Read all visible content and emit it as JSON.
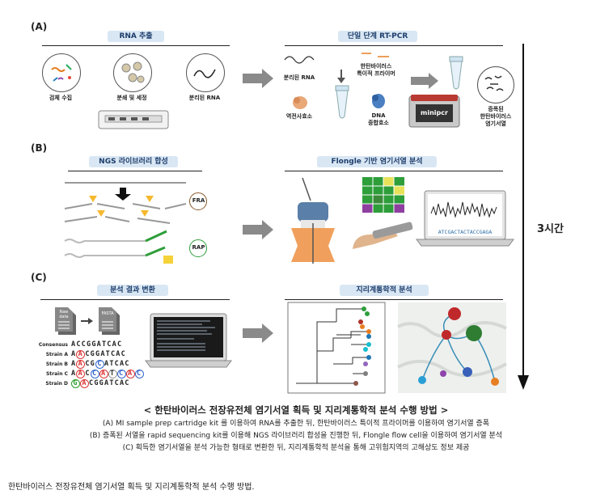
{
  "sections": {
    "a": {
      "label": "(A)",
      "title": "RNA 추출",
      "title2": "단일 단계 RT-PCR",
      "sample_collection": "검체 수집",
      "lysis_wash": "분쇄 및 세정",
      "separated_rna": "분리된 RNA",
      "separated_rna2": "분리된 RNA",
      "primer_line1": "한탄바이러스",
      "primer_line2": "특이적 프라이머",
      "reverse_transcriptase": "역전사효소",
      "dna_polymerase_line1": "DNA",
      "dna_polymerase_line2": "중합효소",
      "device_name": "minipcr",
      "amplified_line1": "증폭된",
      "amplified_line2": "한탄바이러스",
      "amplified_line3": "염기서열"
    },
    "b": {
      "label": "(B)",
      "title": "NGS 라이브러리 합성",
      "title2": "Flongle 기반 염기서열 분석",
      "fra": "FRA",
      "rap": "RAP",
      "sequence": "ATCGACTACTACCGAGA"
    },
    "c": {
      "label": "(C)",
      "title": "분석 결과 변환",
      "title2": "지리계통학적 분석",
      "raw_file_line1": "Raw",
      "raw_file_line2": "data",
      "fasta_file": "FASTA",
      "alignment": [
        {
          "name": "Consensus",
          "seq": "ACCGGATCAC"
        },
        {
          "name": "Strain A",
          "seq": "AACGGATCAC"
        },
        {
          "name": "Strain B",
          "seq": "AACGCATCAC"
        },
        {
          "name": "Strain C",
          "seq": "AACCATCAC"
        },
        {
          "name": "Strain D",
          "seq": "GACGGATCAC"
        }
      ]
    }
  },
  "time_label": "3시간",
  "caption": {
    "title": "< 한탄바이러스 전장유전체 염기서열 획득 및 지리계통학적 분석 수행 방법 >",
    "line_a": "(A) MI sample prep cartridge kit 를 이용하여 RNA를 추출한 뒤, 한탄바이러스 특이적 프라이머를 이용하여 염기서열 증폭",
    "line_b": "(B) 증폭된 서열을 rapid sequencing kit를 이용해 NGS 라이브러리 합성을 진행한 뒤, Flongle flow cell을 이용하여 염기서열 분석",
    "line_c": "(C) 획득한 염기서열을 분석 가능한 형태로 변환한 뒤, 지리계통학적 분석을 통해 고위험지역의 고해상도 정보 제공"
  },
  "footer": "한탄바이러스 전장유전체 염기서열 획득 및 지리계통학적 분석 수행 방법.",
  "colors": {
    "pill_bg": "#d9e7f4",
    "arrow_gray": "#8a8a8a",
    "green": "#2e9e3a",
    "nucleotide_red": "#d33",
    "nucleotide_green": "#2a9d2a",
    "nucleotide_blue": "#3366cc"
  }
}
